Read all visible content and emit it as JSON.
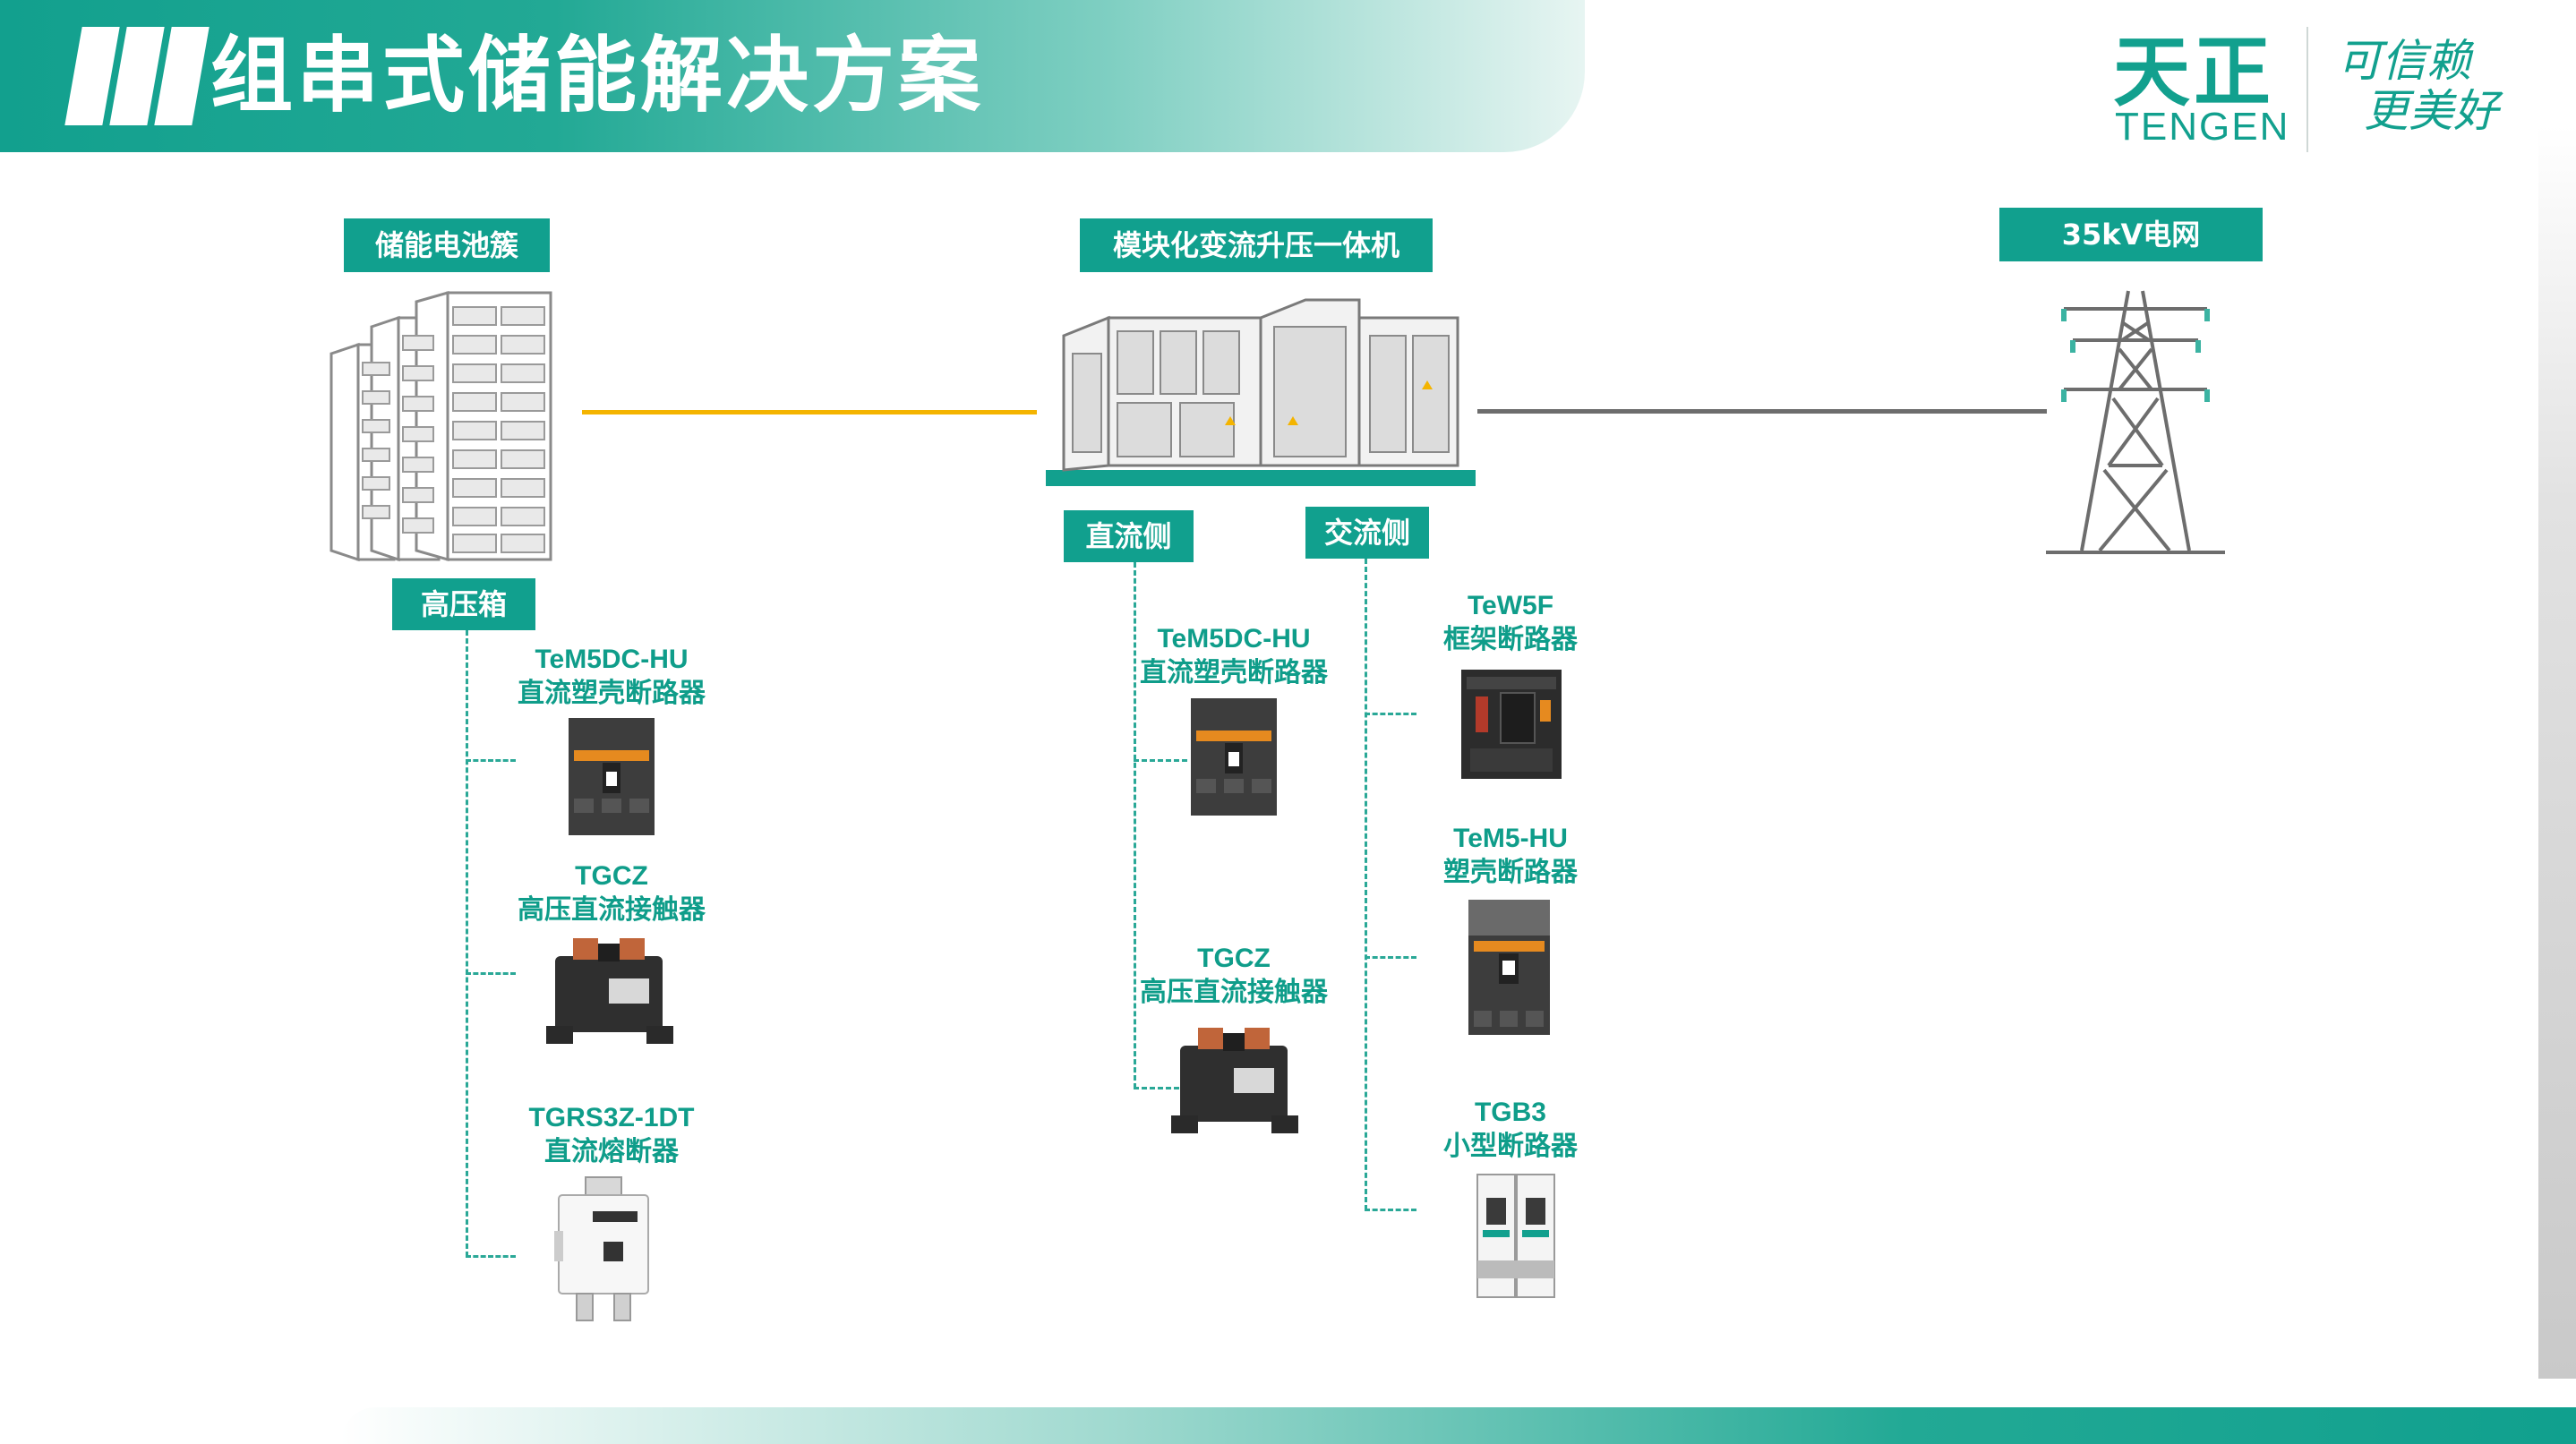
{
  "header": {
    "title": "组串式储能解决方案"
  },
  "brand": {
    "name_cn": "天正",
    "name_en": "TENGEN",
    "slogan_line1": "可信赖",
    "slogan_line2": "更美好"
  },
  "nodes": {
    "battery": "储能电池簇",
    "converter": "模块化变流升压一体机",
    "grid": "35kV电网"
  },
  "sub_labels": {
    "hv_box": "高压箱",
    "dc_side": "直流侧",
    "ac_side": "交流侧"
  },
  "products": {
    "hv_box": [
      {
        "model": "TeM5DC-HU",
        "name": "直流塑壳断路器",
        "icon": "mccb-icon"
      },
      {
        "model": "TGCZ",
        "name": "高压直流接触器",
        "icon": "contactor-icon"
      },
      {
        "model": "TGRS3Z-1DT",
        "name": "直流熔断器",
        "icon": "fuse-icon"
      }
    ],
    "dc_side": [
      {
        "model": "TeM5DC-HU",
        "name": "直流塑壳断路器",
        "icon": "mccb-icon"
      },
      {
        "model": "TGCZ",
        "name": "高压直流接触器",
        "icon": "contactor-icon"
      }
    ],
    "ac_side": [
      {
        "model": "TeW5F",
        "name": "框架断路器",
        "icon": "acb-icon"
      },
      {
        "model": "TeM5-HU",
        "name": "塑壳断路器",
        "icon": "mccb-icon"
      },
      {
        "model": "TGB3",
        "name": "小型断路器",
        "icon": "mcb-icon"
      }
    ]
  },
  "colors": {
    "primary": "#11a08e",
    "dc_link": "#f4b400",
    "ac_link": "#6d6d6d"
  }
}
